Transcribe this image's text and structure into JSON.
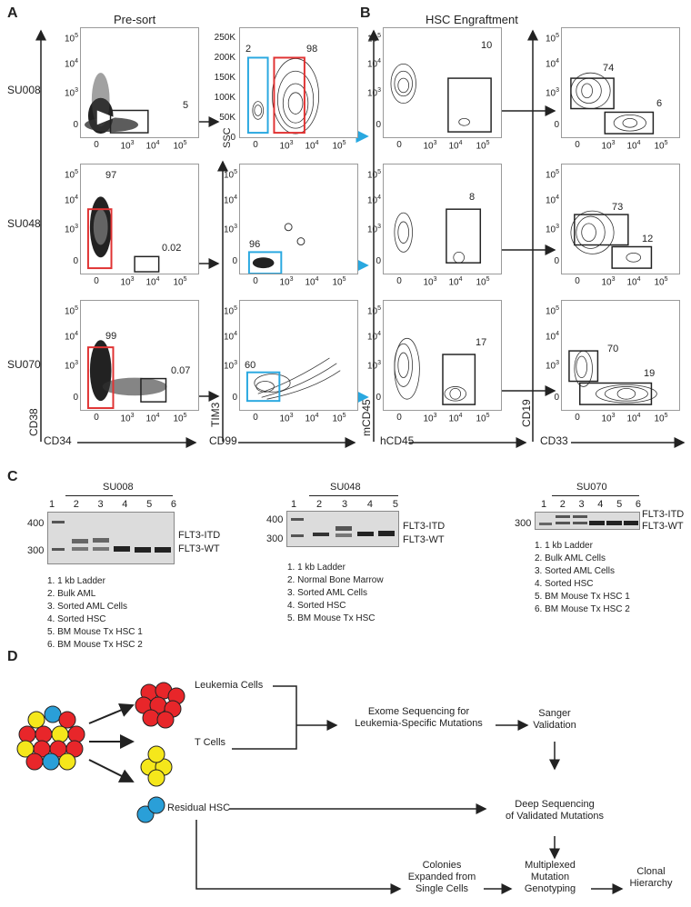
{
  "panel_a": {
    "letter": "A",
    "header": "Pre-sort",
    "rows": [
      "SU008",
      "SU048",
      "SU070"
    ],
    "gate_values": {
      "su008_left": "5",
      "su008_right_blue": "2",
      "su008_right_red": "98",
      "su048_left_red": "97",
      "su048_left_black": "0.02",
      "su048_right_blue": "96",
      "su070_left_red": "99",
      "su070_left_black": "0.07",
      "su070_right_blue": "60"
    },
    "x_axis_left": "CD34",
    "y_axis_left": "CD38",
    "x_axis_right": "CD99",
    "y_axis_right_top": "SSC",
    "y_axis_right": "TIM3",
    "ssc_ticks": [
      "250K",
      "200K",
      "150K",
      "100K",
      "50K",
      "0"
    ]
  },
  "panel_b": {
    "letter": "B",
    "header": "HSC Engraftment",
    "gate_values": {
      "su008_left": "10",
      "su008_right_top": "74",
      "su008_right_bottom": "6",
      "su048_left": "8",
      "su048_right_top": "73",
      "su048_right_bottom": "12",
      "su070_left": "17",
      "su070_right_top": "70",
      "su070_right_bottom": "19"
    },
    "x_axis_left": "hCD45",
    "y_axis_left": "mCD45",
    "x_axis_right": "CD33",
    "y_axis_right": "CD19"
  },
  "ticks": {
    "y": [
      "5",
      "4",
      "3",
      "0"
    ],
    "x": [
      "0",
      "3",
      "4",
      "5"
    ],
    "base": "10"
  },
  "panel_c": {
    "letter": "C",
    "gel1": {
      "title": "SU008",
      "lanes": [
        "1",
        "2",
        "3",
        "4",
        "5",
        "6"
      ],
      "markers": [
        "400",
        "300"
      ],
      "band_labels": [
        "FLT3-ITD",
        "FLT3-WT"
      ],
      "legend": [
        "1. 1 kb Ladder",
        "2. Bulk AML",
        "3. Sorted AML Cells",
        "4. Sorted HSC",
        "5. BM Mouse Tx HSC 1",
        "6. BM Mouse Tx HSC 2"
      ]
    },
    "gel2": {
      "title": "SU048",
      "lanes": [
        "1",
        "2",
        "3",
        "4",
        "5"
      ],
      "markers": [
        "400",
        "300"
      ],
      "band_labels": [
        "FLT3-ITD",
        "FLT3-WT"
      ],
      "legend": [
        "1. 1 kb Ladder",
        "2. Normal Bone Marrow",
        "3. Sorted AML Cells",
        "4. Sorted HSC",
        "5. BM Mouse Tx HSC"
      ]
    },
    "gel3": {
      "title": "SU070",
      "lanes": [
        "1",
        "2",
        "3",
        "4",
        "5",
        "6"
      ],
      "markers": [
        "300"
      ],
      "band_labels": [
        "FLT3-ITD",
        "FLT3-WT"
      ],
      "legend": [
        "1. 1 kb Ladder",
        "2. Bulk AML Cells",
        "3. Sorted AML Cells",
        "4. Sorted HSC",
        "5. BM Mouse Tx HSC 1",
        "6. BM Mouse Tx HSC 2"
      ]
    }
  },
  "panel_d": {
    "letter": "D",
    "leukemia_cells": "Leukemia Cells",
    "t_cells": "T Cells",
    "residual_hsc": "Residual HSC",
    "exome": "Exome Sequencing for",
    "exome_bold": "Leukemia-Specific Mutations",
    "sanger": "Sanger\nValidation",
    "deep_seq": "Deep Sequencing\nof Validated Mutations",
    "colonies": "Colonies\nExpanded from\nSingle Cells",
    "multiplexed": "Multiplexed\nMutation\nGenotyping",
    "clonal": "Clonal\nHierarchy",
    "colors": {
      "leukemia": "#e8262a",
      "tcell": "#f5e71b",
      "hsc": "#2a9fd8"
    }
  }
}
